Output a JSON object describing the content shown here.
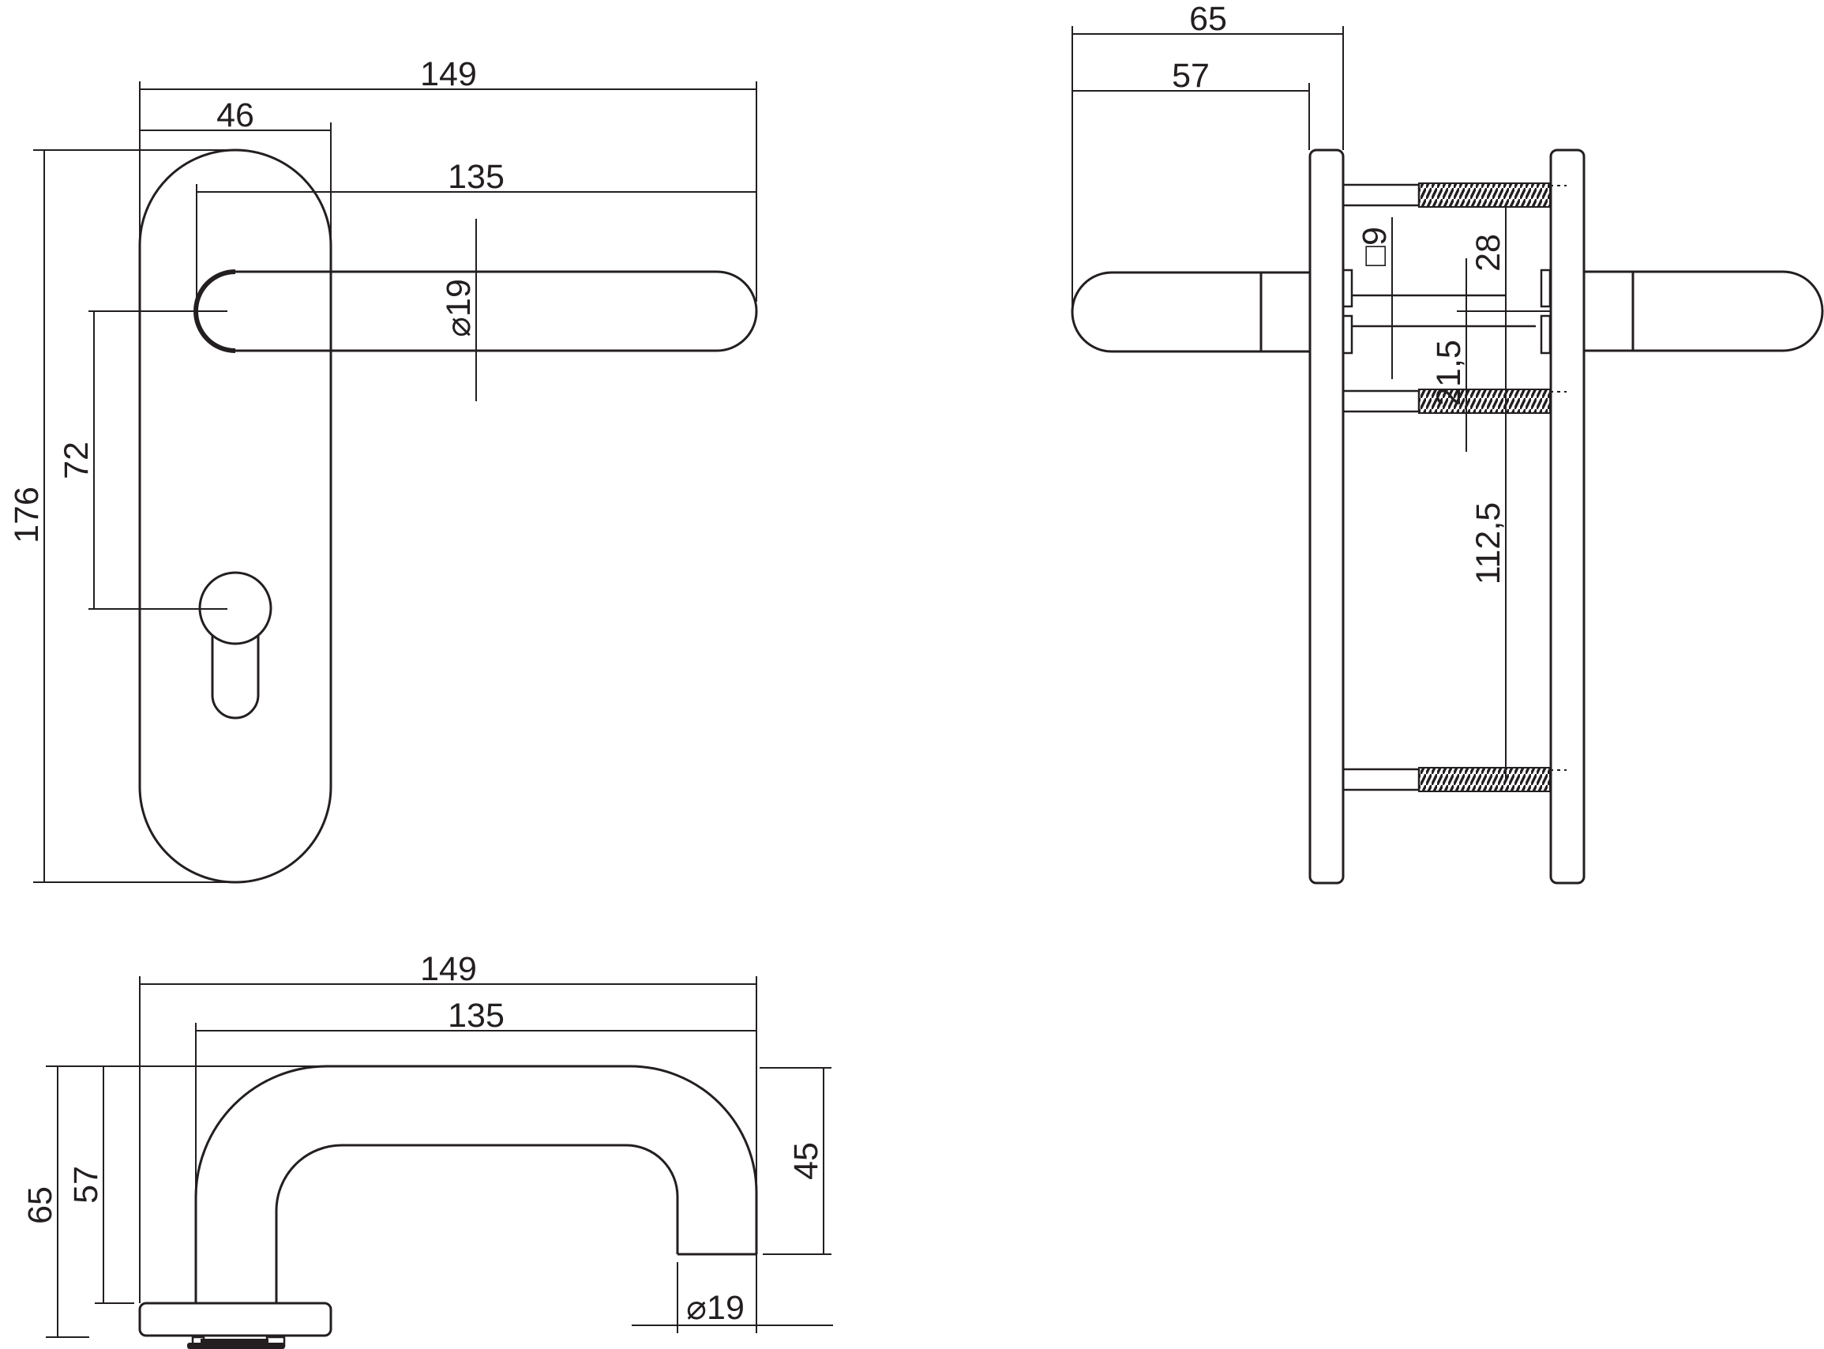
{
  "colors": {
    "ink": "#231f20",
    "background": "#ffffff"
  },
  "drawing": {
    "front_view": {
      "total_length": "149",
      "plate_width": "46",
      "lever_length": "135",
      "lever_diameter": "⌀19",
      "handle_to_cylinder": "72",
      "plate_height": "176"
    },
    "side_view": {
      "depth_total": "65",
      "depth_to_plate": "57",
      "spindle_size": "□9",
      "spindle_to_top_screw": "28",
      "spindle_to_mid_screw": "21,5",
      "spindle_to_bottom_screw": "112,5"
    },
    "top_view": {
      "total_length": "149",
      "lever_length": "135",
      "depth_total": "65",
      "depth_to_plate": "57",
      "grip_return_depth": "45",
      "lever_diameter": "⌀19"
    }
  }
}
